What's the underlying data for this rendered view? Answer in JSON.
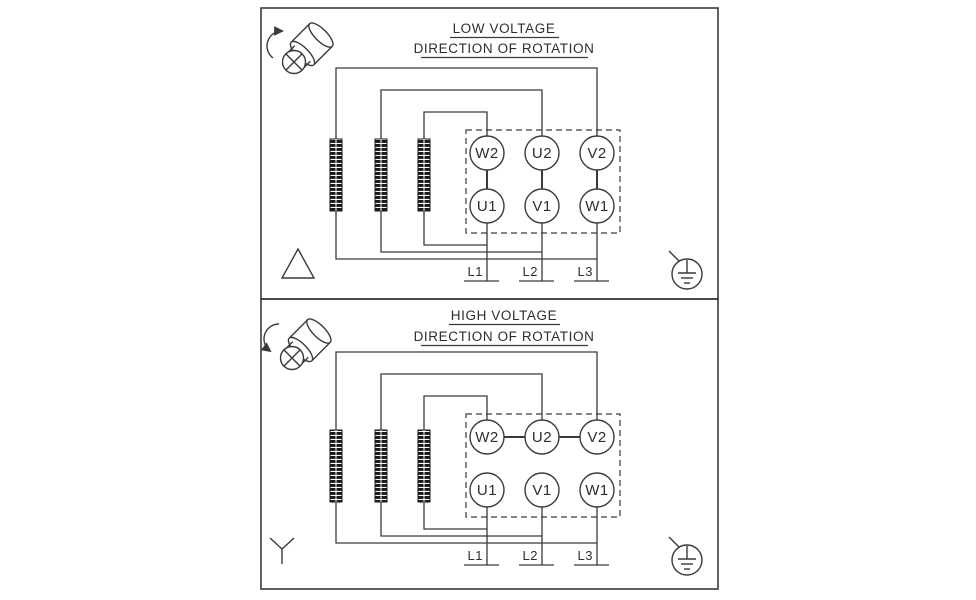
{
  "page": {
    "background": "#ffffff",
    "line_color": "#3a3a3a"
  },
  "panel_low": {
    "title": "LOW VOLTAGE",
    "subtitle": "DIRECTION OF ROTATION",
    "connection_symbol": "delta",
    "terminals_top": [
      "W2",
      "U2",
      "V2"
    ],
    "terminals_bottom": [
      "U1",
      "V1",
      "W1"
    ],
    "supply": [
      "L1",
      "L2",
      "L3"
    ]
  },
  "panel_high": {
    "title": "HIGH VOLTAGE",
    "subtitle": "DIRECTION OF ROTATION",
    "connection_symbol": "star",
    "terminals_top": [
      "W2",
      "U2",
      "V2"
    ],
    "terminals_bottom": [
      "U1",
      "V1",
      "W1"
    ],
    "supply": [
      "L1",
      "L2",
      "L3"
    ]
  }
}
